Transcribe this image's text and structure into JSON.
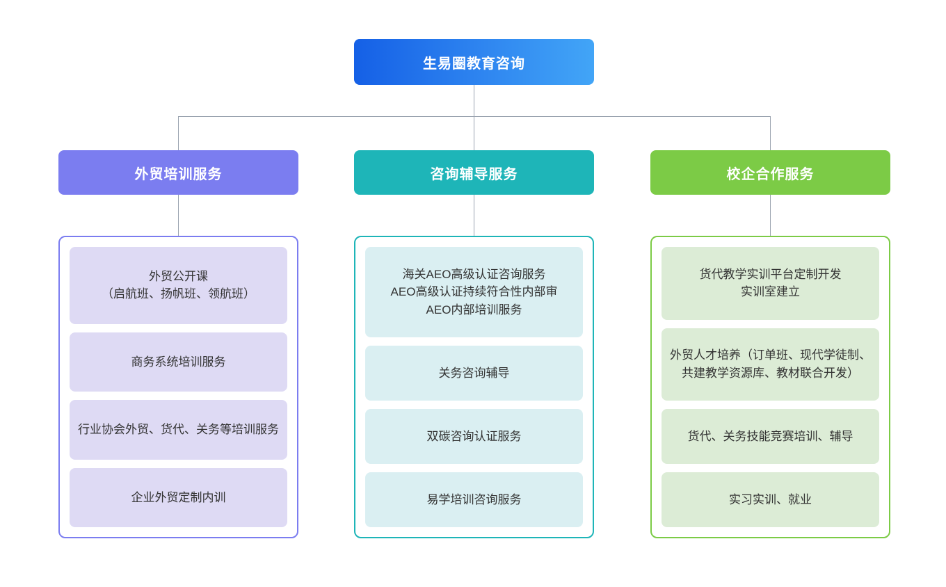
{
  "diagram": {
    "type": "org-chart",
    "title": "生易圈教育咨询",
    "root": {
      "label": "生易圈教育咨询",
      "color_start": "#1560e6",
      "color_end": "#42a5f7"
    },
    "connector_color": "#9aa3b0",
    "columns": [
      {
        "id": "foreign-trade-training",
        "header": "外贸培训服务",
        "accent": "#7b7df0",
        "card_bg": "#dedaf4",
        "items": [
          "外贸公开课\n（启航班、扬帆班、领航班）",
          "商务系统培训服务",
          "行业协会外贸、货代、关务等培训服务",
          "企业外贸定制内训"
        ]
      },
      {
        "id": "consulting-tutoring",
        "header": "咨询辅导服务",
        "accent": "#1eb5b8",
        "card_bg": "#daeff2",
        "items": [
          "海关AEO高级认证咨询服务\nAEO高级认证持续符合性内部审\nAEO内部培训服务",
          "关务咨询辅导",
          "双碳咨询认证服务",
          "易学培训咨询服务"
        ]
      },
      {
        "id": "school-enterprise-cooperation",
        "header": "校企合作服务",
        "accent": "#7ccb46",
        "card_bg": "#dcecd6",
        "items": [
          "货代教学实训平台定制开发\n实训室建立",
          "外贸人才培养（订单班、现代学徒制、共建教学资源库、教材联合开发）",
          "货代、关务技能竞赛培训、辅导",
          "实习实训、就业"
        ]
      }
    ]
  }
}
